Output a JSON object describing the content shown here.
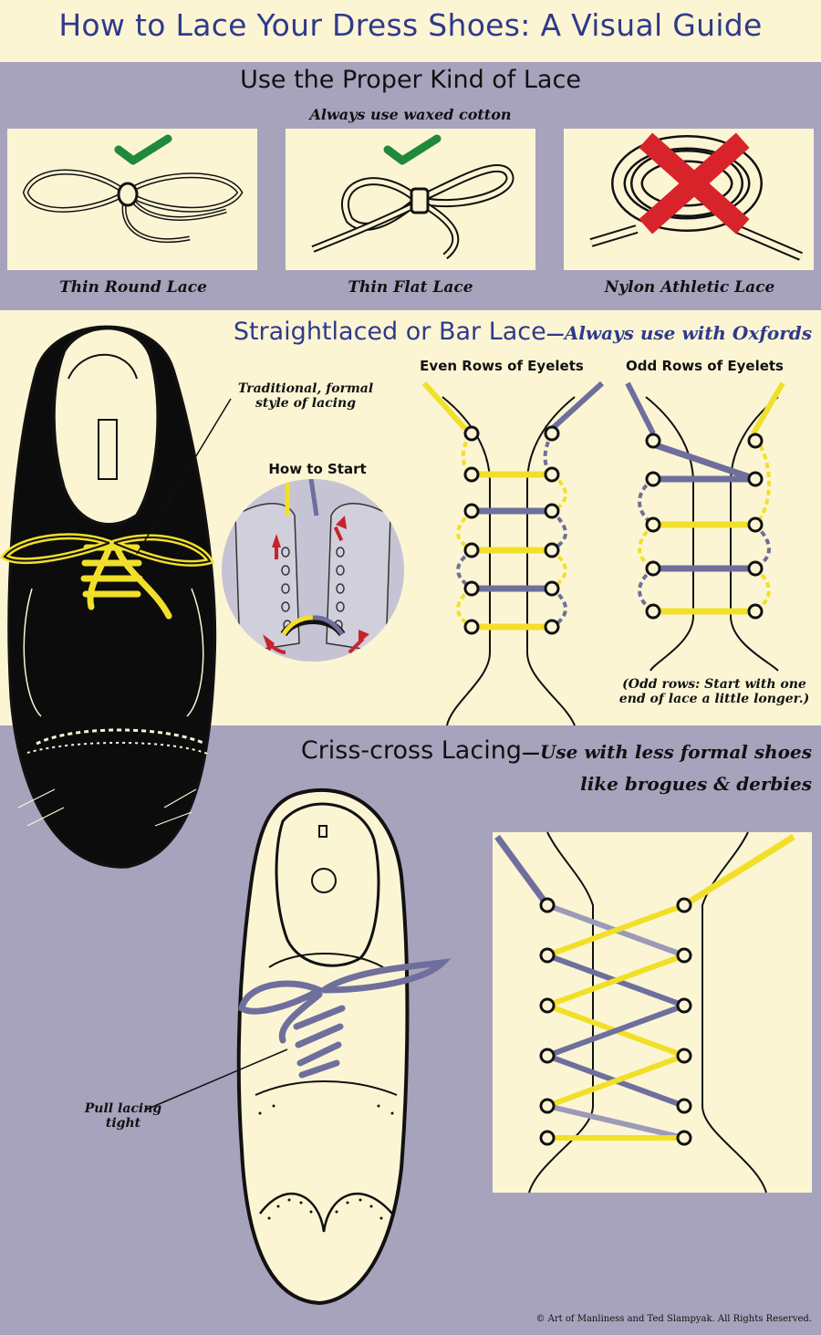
{
  "title": "How to Lace Your Dress Shoes: A Visual Guide",
  "section_lace_type": {
    "heading": "Use the Proper Kind of Lace",
    "subheading": "Always use waxed cotton",
    "options": [
      {
        "label": "Thin Round Lace",
        "verdict": "check-icon"
      },
      {
        "label": "Thin Flat Lace",
        "verdict": "check-icon"
      },
      {
        "label": "Nylon Athletic Lace",
        "verdict": "x-icon"
      }
    ]
  },
  "section_bar_lace": {
    "heading": "Straightlaced or Bar Lace",
    "heading_suffix": "—Always use with Oxfords",
    "callout_traditional": "Traditional, formal style of lacing",
    "how_to_start": "How to Start",
    "even_rows": "Even Rows of Eyelets",
    "odd_rows": "Odd Rows of Eyelets",
    "odd_note": "(Odd rows: Start with one end of lace a little longer.)"
  },
  "section_criss_cross": {
    "heading": "Criss-cross Lacing",
    "heading_suffix_line1": "—Use with less formal shoes",
    "heading_suffix_line2": "like brogues & derbies",
    "callout_pull": "Pull lacing tight"
  },
  "copyright": "© Art of Manliness and Ted Slampyak. All Rights Reserved.",
  "colors": {
    "title_blue": "#2f3a8a",
    "cream": "#fcf5d4",
    "lavender": "#a7a3bd",
    "lace_yellow": "#f2df2a",
    "lace_purple": "#6e6f9c",
    "check_green": "#1f8a3a",
    "cross_red": "#d8232a"
  }
}
